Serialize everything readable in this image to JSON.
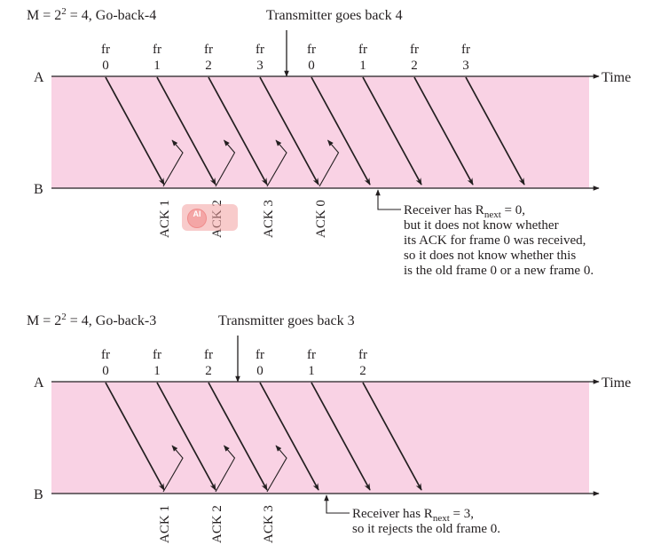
{
  "colors": {
    "band": "#f9d2e4",
    "ink": "#231f20"
  },
  "icons": {
    "ai_badge": "ai-badge-icon"
  },
  "ai_badge_label": "AI",
  "panels": [
    {
      "id": "top",
      "heading_prefix": "M = 2",
      "heading_exp": "2",
      "heading_suffix": " = 4, Go-back-4",
      "transmitter_note": "Transmitter goes back 4",
      "line_a": "A",
      "line_b": "B",
      "time_label": "Time",
      "frame_word": "fr",
      "frames": [
        "0",
        "1",
        "2",
        "3",
        "0",
        "1",
        "2",
        "3"
      ],
      "acks": [
        "ACK 1",
        "ACK 2",
        "ACK 3",
        "ACK 0"
      ],
      "receiver_note": [
        {
          "pre": "Receiver has R",
          "sub": "next",
          "post": " = 0,"
        },
        {
          "pre": "but it does not know whether"
        },
        {
          "pre": "its ACK for frame 0 was received,"
        },
        {
          "pre": "so it does not know whether this"
        },
        {
          "pre": "is the old frame 0 or a new frame 0."
        }
      ]
    },
    {
      "id": "bottom",
      "heading_prefix": "M = 2",
      "heading_exp": "2",
      "heading_suffix": " = 4, Go-back-3",
      "transmitter_note": "Transmitter goes back 3",
      "line_a": "A",
      "line_b": "B",
      "time_label": "Time",
      "frame_word": "fr",
      "frames": [
        "0",
        "1",
        "2",
        "0",
        "1",
        "2"
      ],
      "acks": [
        "ACK 1",
        "ACK 2",
        "ACK 3"
      ],
      "receiver_note": [
        {
          "pre": "Receiver has R",
          "sub": "next",
          "post": " = 3,"
        },
        {
          "pre": "so it rejects the old frame 0."
        }
      ]
    }
  ]
}
